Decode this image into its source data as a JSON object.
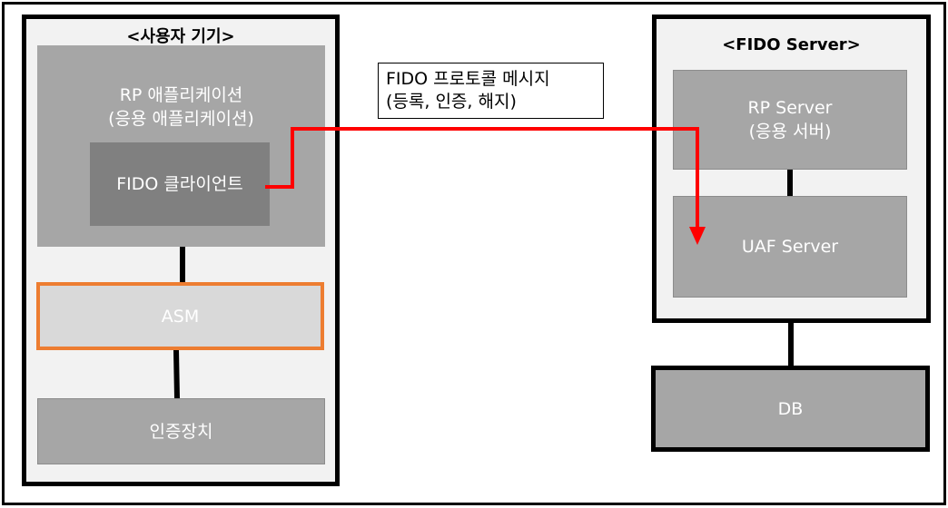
{
  "device": {
    "title": "<사용자 기기>",
    "rp_app": {
      "line1": "RP 애플리케이션",
      "line2": "(응용 애플리케이션)"
    },
    "fido_client": "FIDO 클라이언트",
    "asm": "ASM",
    "authenticator": "인증장치"
  },
  "server": {
    "title": "<FIDO Server>",
    "rp_server": {
      "line1": "RP Server",
      "line2": "(응용 서버)"
    },
    "uaf_server": "UAF Server"
  },
  "db": "DB",
  "message": {
    "line1": "FIDO 프로토콜 메시지",
    "line2": "(등록, 인증, 해지)"
  },
  "colors": {
    "arrow": "#ff0000",
    "asm_border": "#ed7d31",
    "box_gray": "#a6a6a6",
    "client_gray": "#808080"
  }
}
